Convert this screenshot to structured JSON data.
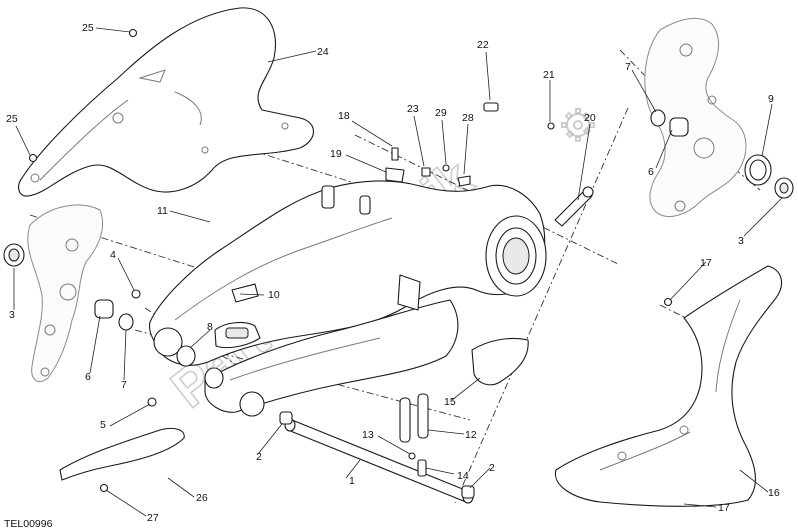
{
  "diagram": {
    "drawing_code": "TEL00996",
    "watermark": "PartsRepublik",
    "callouts": [
      {
        "id": "c1",
        "label": "1"
      },
      {
        "id": "c2a",
        "label": "2"
      },
      {
        "id": "c2b",
        "label": "2"
      },
      {
        "id": "c3a",
        "label": "3"
      },
      {
        "id": "c3b",
        "label": "3"
      },
      {
        "id": "c4",
        "label": "4"
      },
      {
        "id": "c5",
        "label": "5"
      },
      {
        "id": "c6a",
        "label": "6"
      },
      {
        "id": "c6b",
        "label": "6"
      },
      {
        "id": "c7a",
        "label": "7"
      },
      {
        "id": "c7b",
        "label": "7"
      },
      {
        "id": "c8",
        "label": "8"
      },
      {
        "id": "c9",
        "label": "9"
      },
      {
        "id": "c10",
        "label": "10"
      },
      {
        "id": "c11",
        "label": "11"
      },
      {
        "id": "c12",
        "label": "12"
      },
      {
        "id": "c13",
        "label": "13"
      },
      {
        "id": "c14",
        "label": "14"
      },
      {
        "id": "c15",
        "label": "15"
      },
      {
        "id": "c16",
        "label": "16"
      },
      {
        "id": "c17a",
        "label": "17"
      },
      {
        "id": "c17b",
        "label": "17"
      },
      {
        "id": "c18",
        "label": "18"
      },
      {
        "id": "c19",
        "label": "19"
      },
      {
        "id": "c20",
        "label": "20"
      },
      {
        "id": "c21",
        "label": "21"
      },
      {
        "id": "c22",
        "label": "22"
      },
      {
        "id": "c23",
        "label": "23"
      },
      {
        "id": "c24",
        "label": "24"
      },
      {
        "id": "c25a",
        "label": "25"
      },
      {
        "id": "c25b",
        "label": "25"
      },
      {
        "id": "c26",
        "label": "26"
      },
      {
        "id": "c27",
        "label": "27"
      },
      {
        "id": "c28",
        "label": "28"
      },
      {
        "id": "c29",
        "label": "29"
      }
    ]
  }
}
